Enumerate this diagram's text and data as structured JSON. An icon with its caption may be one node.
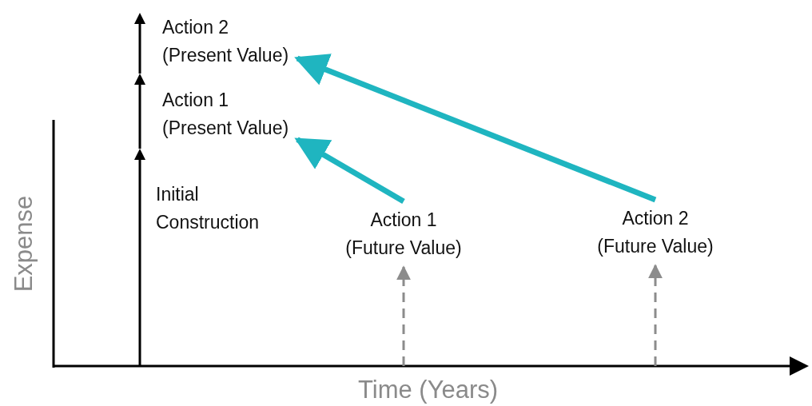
{
  "diagram": {
    "nodes": [
      {
        "text": [
          "Action 2 (Present Value)"
        ]
      },
      {
        "text": [
          "Action 1 (Present Value)"
        ]
      },
      {
        "text": [
          "Initial Construction"
        ]
      },
      {
        "text": [
          "Action 1 (Future Value)"
        ]
      },
      {
        "text": [
          "Action 2 (Future Value)"
        ]
      }
    ],
    "edges": [
      {
        "from": 3,
        "to": 1,
        "arrow": "to",
        "style": "thick",
        "color": "#1fb5c0"
      },
      {
        "from": 4,
        "to": 0,
        "arrow": "to",
        "style": "thick",
        "color": "#1fb5c0"
      },
      {
        "from": null,
        "to": 3,
        "arrow": "to",
        "style": "dashed",
        "color": "#8c8c8c"
      },
      {
        "from": null,
        "to": 4,
        "arrow": "to",
        "style": "dashed",
        "color": "#8c8c8c"
      }
    ],
    "labels": [
      "Expense",
      "Time (Years)"
    ]
  }
}
